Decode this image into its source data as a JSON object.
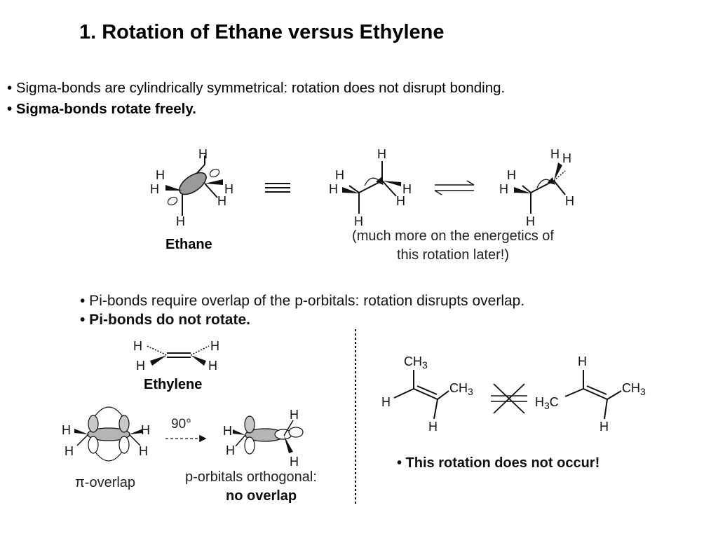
{
  "slide": {
    "title": "1. Rotation of Ethane versus Ethylene",
    "bullets_top": [
      "• Sigma-bonds are cylindrically symmetrical: rotation does not disrupt bonding.",
      "• Sigma-bonds rotate freely."
    ],
    "ethane_label": "Ethane",
    "energetics_note": "(much more on the energetics of this rotation later!)",
    "bullets_mid": [
      "•  Pi-bonds require overlap of the p-orbitals:  rotation disrupts overlap.",
      "•  Pi-bonds do not rotate."
    ],
    "ethylene_label": "Ethylene",
    "pi_overlap_label": "π-overlap",
    "rotation_angle": "90°",
    "orthogonal_label": "p-orbitals orthogonal:",
    "no_overlap_label": "no overlap",
    "no_rotation_bullet": "•  This rotation does not occur!",
    "atoms": {
      "H": "H",
      "CH3": "CH",
      "CH3_sub": "3",
      "H3C_pre": "H",
      "H3C_sub": "3",
      "H3C_post": "C"
    }
  }
}
